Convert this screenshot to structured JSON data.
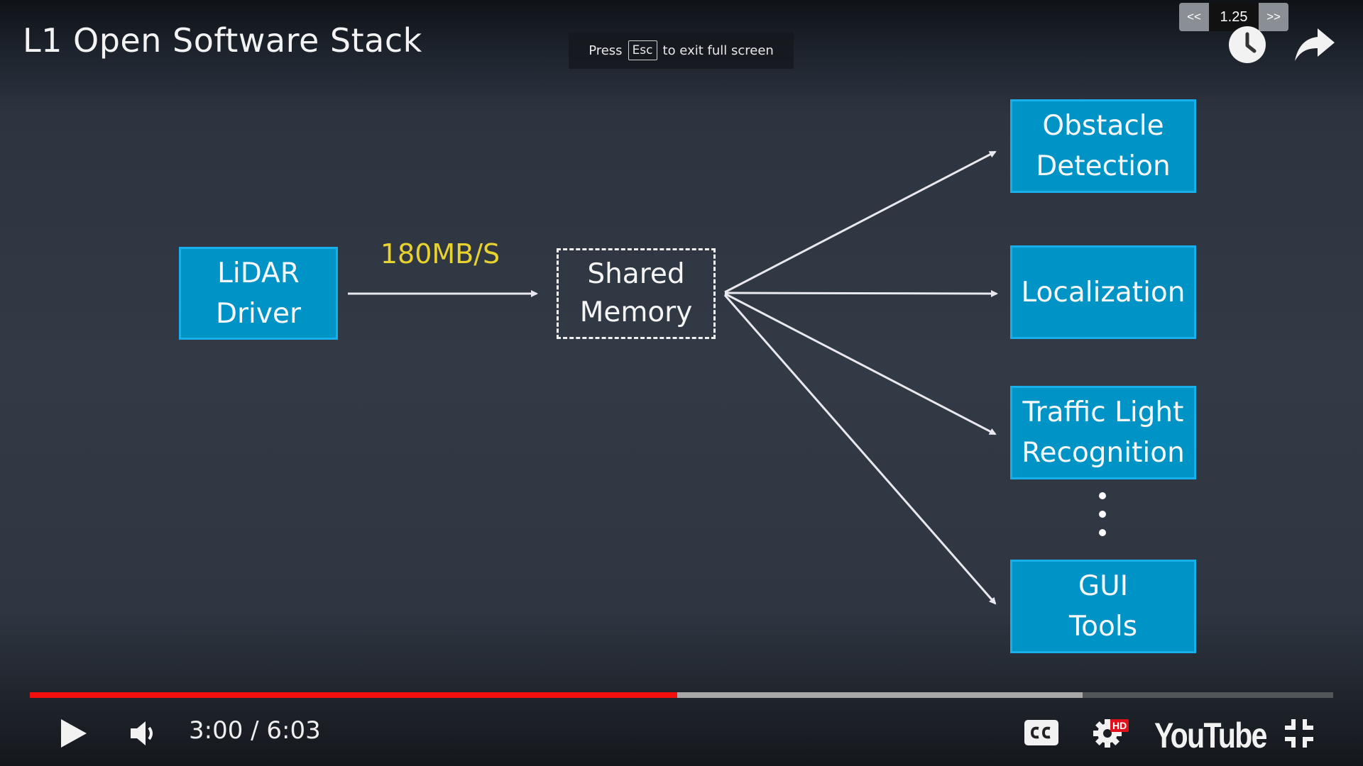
{
  "video": {
    "title": "L1 Open Software Stack",
    "toast": {
      "before": "Press",
      "key": "Esc",
      "after": "to exit full screen"
    },
    "speed": {
      "decrease_label": "<<",
      "value": "1.25",
      "increase_label": ">>"
    },
    "time_display": "3:00 / 6:03",
    "played_fraction": 0.497,
    "buffered_fraction": 0.808,
    "logo_text": "YouTube",
    "hd_badge": "HD",
    "colors": {
      "played": "#f40f0f",
      "buffered": "#a8a8a8",
      "track": "#535659",
      "box_fill": "#0093c6",
      "box_border": "#18b0ea",
      "rate_text": "#e8d22e"
    }
  },
  "diagram": {
    "source": "LiDAR\nDriver",
    "rate_label": "180MB/S",
    "hub": "Shared\nMemory",
    "targets": [
      {
        "label": "Obstacle\nDetection"
      },
      {
        "label": "Localization"
      },
      {
        "label": "Traffic Light\nRecognition"
      },
      {
        "label": "GUI\nTools"
      }
    ]
  },
  "icons": {
    "watch_later": "clock-icon",
    "share": "share-arrow-icon",
    "play": "play-icon",
    "volume": "volume-icon",
    "captions": "cc-icon",
    "settings": "gear-icon",
    "exit_fullscreen": "exit-fullscreen-icon"
  }
}
